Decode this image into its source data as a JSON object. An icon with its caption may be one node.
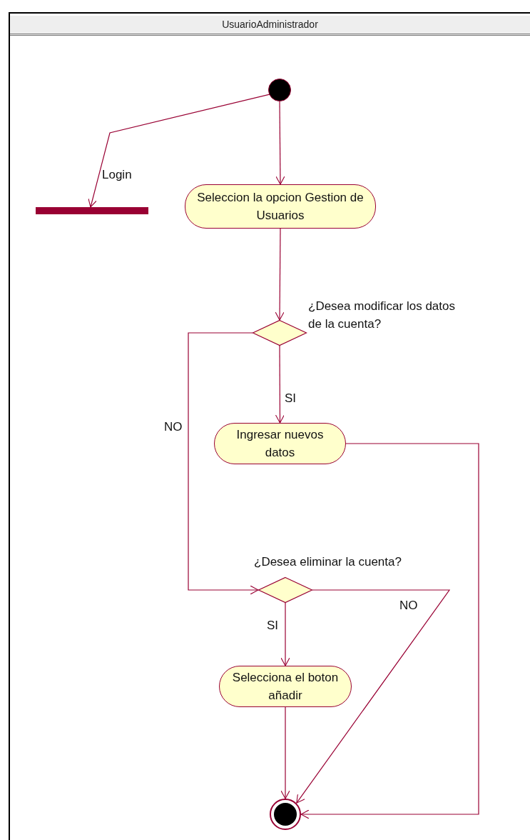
{
  "diagram": {
    "nodes": [
      {
        "text": [
          "UsuarioAdministrador"
        ]
      },
      {
        "text": [],
        "shape": "circle",
        "in": 0
      },
      {
        "text": [],
        "shape": "bar",
        "in": 0
      },
      {
        "text": [
          "Seleccion la opcion Gestion de Usuarios"
        ],
        "in": 0
      },
      {
        "text": [],
        "shape": "diamond",
        "in": 0,
        "beside": [
          "¿Desea modificar los datos de la cuenta?"
        ]
      },
      {
        "text": [
          "Ingresar nuevos datos"
        ],
        "in": 0
      },
      {
        "text": [],
        "shape": "diamond",
        "in": 0,
        "beside": [
          "¿Desea eliminar la cuenta?"
        ]
      },
      {
        "text": [
          "Selecciona el boton añadir"
        ],
        "in": 0
      },
      {
        "text": [],
        "shape": "circle",
        "in": 0
      }
    ],
    "edges": [
      {
        "from": 1,
        "to": 2,
        "arrow": "to",
        "label": "Login"
      },
      {
        "from": 1,
        "to": 3,
        "arrow": "to"
      },
      {
        "from": 3,
        "to": 4,
        "arrow": "to"
      },
      {
        "from": 4,
        "to": 5,
        "arrow": "to",
        "label": "SI"
      },
      {
        "from": 4,
        "to": 6,
        "arrow": "to",
        "label": "NO"
      },
      {
        "from": 5,
        "to": 8,
        "arrow": "to"
      },
      {
        "from": 6,
        "to": 7,
        "arrow": "to",
        "label": "SI"
      },
      {
        "from": 6,
        "to": 8,
        "arrow": "to",
        "label": "NO"
      },
      {
        "from": 7,
        "to": 8,
        "arrow": "to"
      }
    ]
  }
}
